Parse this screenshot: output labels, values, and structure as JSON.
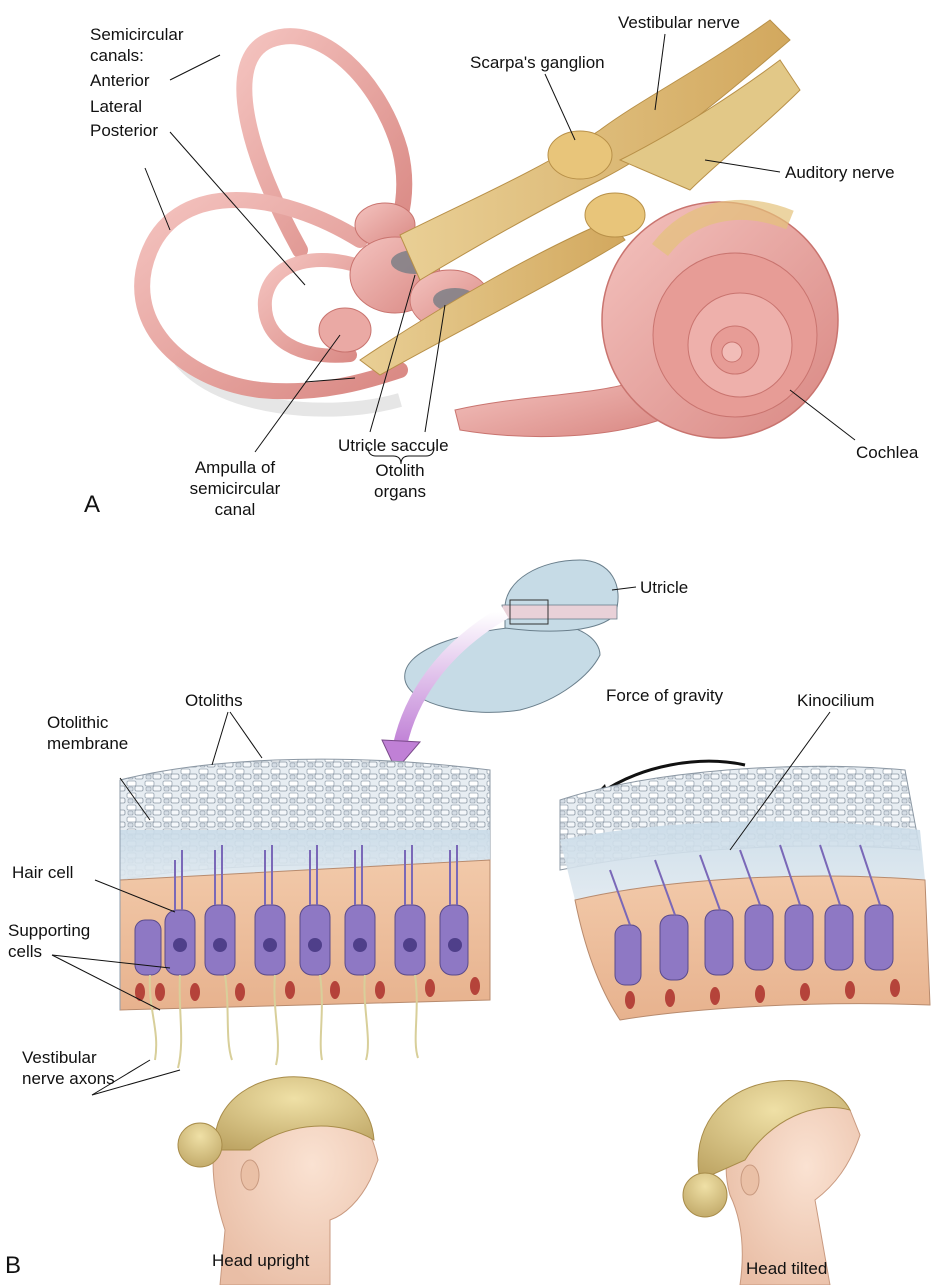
{
  "panel_a": {
    "letter": "A",
    "labels": {
      "semicircular_canals": "Semicircular\ncanals:",
      "anterior": "Anterior",
      "lateral": "Lateral",
      "posterior": "Posterior",
      "scarpas_ganglion": "Scarpa's ganglion",
      "vestibular_nerve": "Vestibular nerve",
      "auditory_nerve": "Auditory nerve",
      "cochlea": "Cochlea",
      "ampulla": "Ampulla of\nsemicircular\ncanal",
      "utricle_saccule": "Utricle saccule",
      "otolith_organs": "Otolith\norgans"
    }
  },
  "panel_b": {
    "letter": "B",
    "labels": {
      "utricle": "Utricle",
      "otoliths": "Otoliths",
      "otolithic_membrane": "Otolithic\nmembrane",
      "force_of_gravity": "Force of gravity",
      "kinocilium": "Kinocilium",
      "hair_cell": "Hair cell",
      "supporting_cells": "Supporting\ncells",
      "vestibular_axons": "Vestibular\nnerve axons",
      "head_upright": "Head upright",
      "head_tilted": "Head tilted"
    }
  },
  "colors": {
    "canal_pink": "#e9a3a0",
    "canal_edge": "#c9746f",
    "nerve_yellow": "#e4c27a",
    "macula_gray": "#7d7f86",
    "utricle_blue": "#c6dbe6",
    "hair_cell_purple": "#8e78c4",
    "tissue_tan": "#e6b99c",
    "nucleus_red": "#b5433a",
    "arrow_magenta": "#c98fd6",
    "skin": "#f3d5c0",
    "hair": "#d9c78a"
  }
}
